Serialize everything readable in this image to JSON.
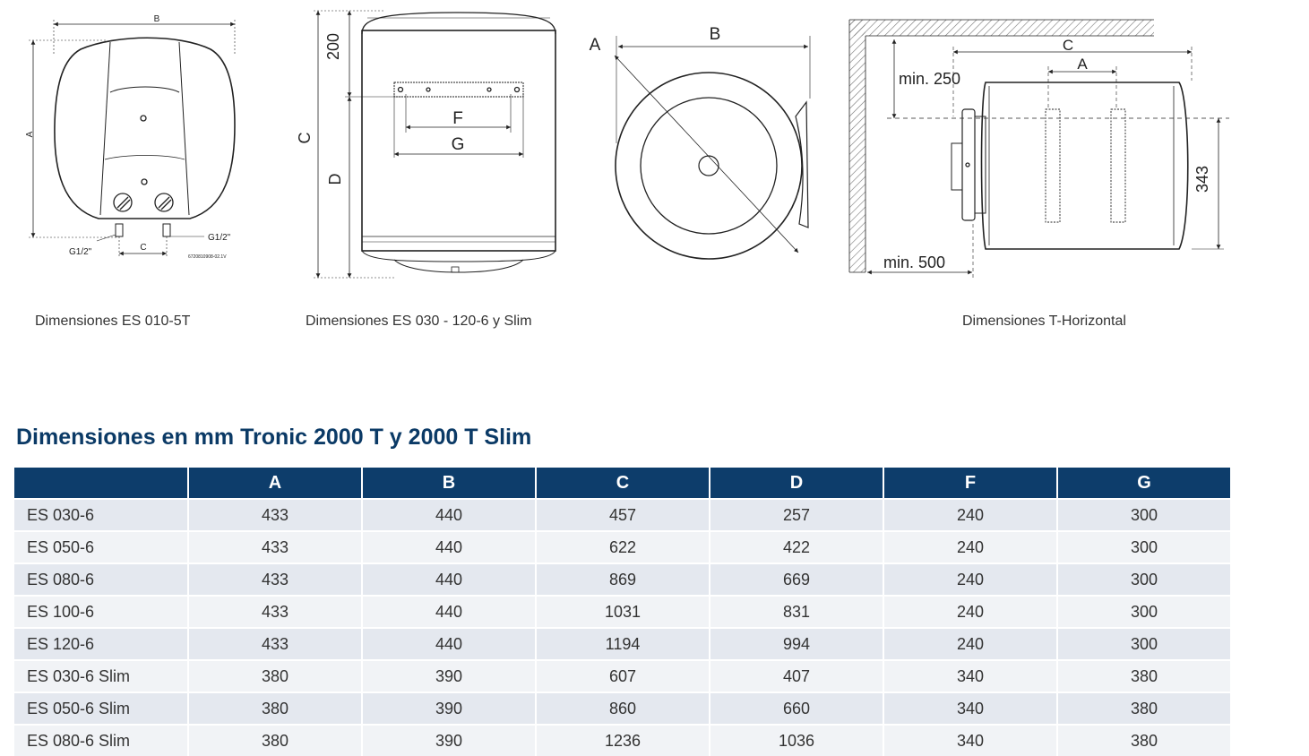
{
  "drawings": {
    "es010": {
      "label_a": "A",
      "label_b": "B",
      "label_c": "C",
      "label_g_left": "G1/2\"",
      "label_g_right": "G1/2\"",
      "ref_code": "6720810908-02.1V"
    },
    "es030": {
      "label_200": "200",
      "label_c": "C",
      "label_d": "D",
      "label_f": "F",
      "label_g": "G"
    },
    "round": {
      "label_a": "A",
      "label_b": "B"
    },
    "horizontal": {
      "label_c": "C",
      "label_a": "A",
      "label_min250": "min. 250",
      "label_343": "343",
      "label_min500": "min. 500"
    }
  },
  "captions": {
    "es010": "Dimensiones ES 010-5T",
    "es030": "Dimensiones ES 030 - 120-6 y Slim",
    "horizontal": "Dimensiones T-Horizontal"
  },
  "table": {
    "title": "Dimensiones en mm Tronic 2000 T y 2000 T Slim",
    "headers": [
      "",
      "A",
      "B",
      "C",
      "D",
      "F",
      "G"
    ],
    "rows": [
      [
        "ES 030-6",
        "433",
        "440",
        "457",
        "257",
        "240",
        "300"
      ],
      [
        "ES 050-6",
        "433",
        "440",
        "622",
        "422",
        "240",
        "300"
      ],
      [
        "ES 080-6",
        "433",
        "440",
        "869",
        "669",
        "240",
        "300"
      ],
      [
        "ES 100-6",
        "433",
        "440",
        "1031",
        "831",
        "240",
        "300"
      ],
      [
        "ES 120-6",
        "433",
        "440",
        "1194",
        "994",
        "240",
        "300"
      ],
      [
        "ES 030-6 Slim",
        "380",
        "390",
        "607",
        "407",
        "340",
        "380"
      ],
      [
        "ES 050-6 Slim",
        "380",
        "390",
        "860",
        "660",
        "340",
        "380"
      ],
      [
        "ES 080-6 Slim",
        "380",
        "390",
        "1236",
        "1036",
        "340",
        "380"
      ]
    ]
  },
  "colors": {
    "header_bg": "#0d3d6b",
    "title": "#0b3a66",
    "row_odd": "#e4e8ef",
    "row_even": "#f1f3f6"
  }
}
